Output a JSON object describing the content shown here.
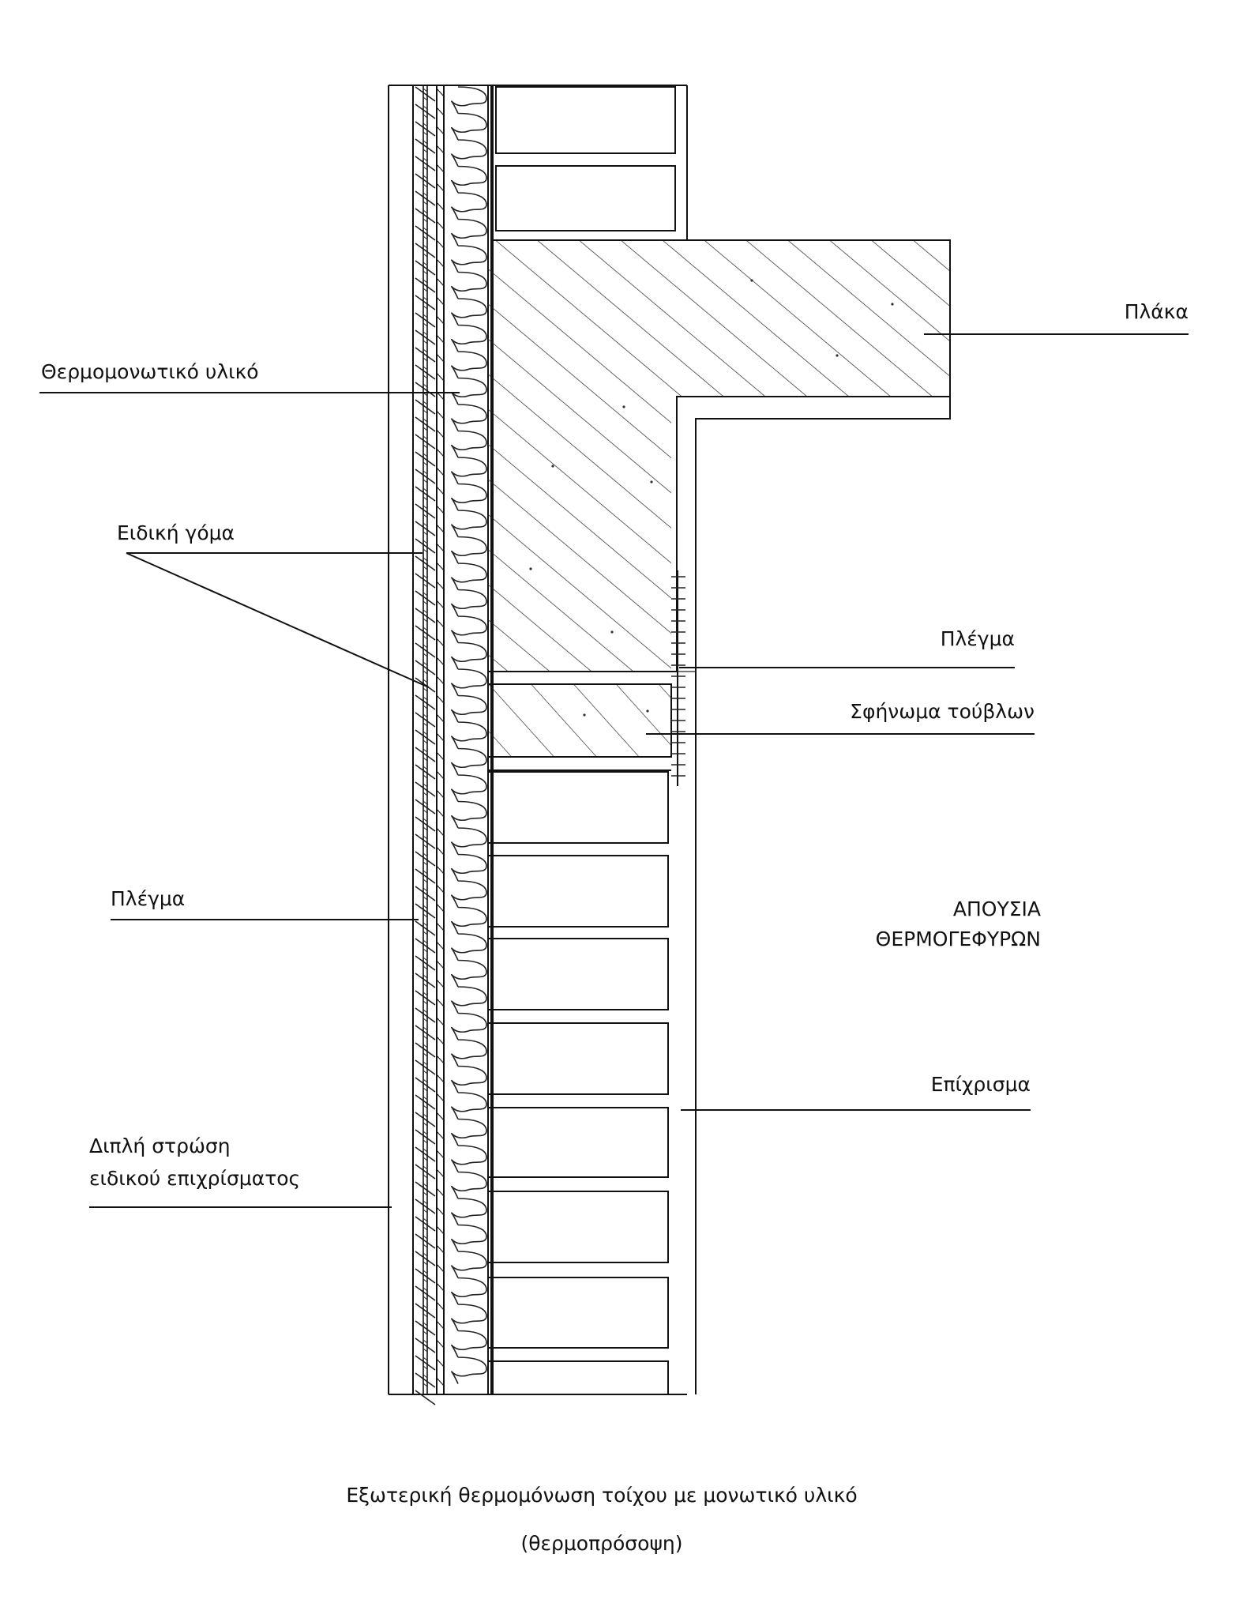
{
  "labels": {
    "insulation": "Θερμομονωτικό υλικό",
    "adhesive": "Ειδική γόμα",
    "mesh_left": "Πλέγμα",
    "double_layer_1": "Διπλή στρώση",
    "double_layer_2": "ειδικού επιχρίσματος",
    "slab": "Πλάκα",
    "mesh_right": "Πλέγμα",
    "brick_wedge": "Σφήνωμα τούβλων",
    "no_bridges_1": "ΑΠΟΥΣΙΑ",
    "no_bridges_2": "ΘΕΡΜΟΓΕΦΥΡΩΝ",
    "plaster": "Επίχρισμα"
  },
  "caption": {
    "line1": "Εξωτερική θερμομόνωση  τοίχου με μονωτικό  υλικό",
    "line2": "(θερμοπρόσοψη)"
  }
}
